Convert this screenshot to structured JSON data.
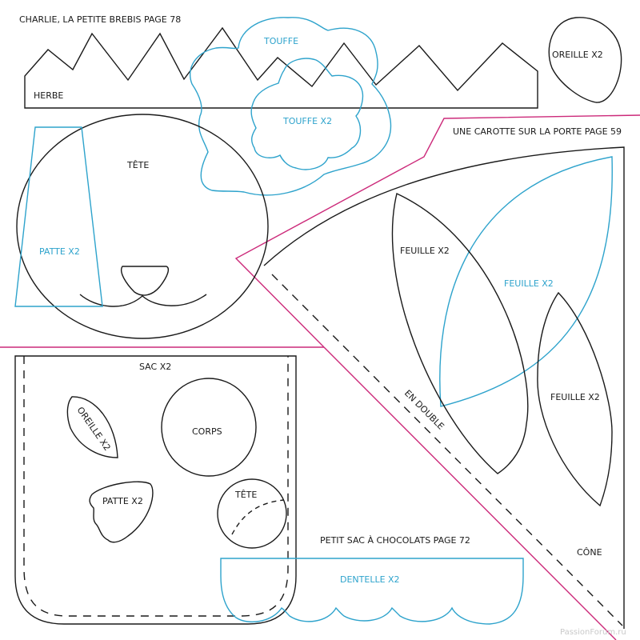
{
  "colors": {
    "outline": "#1a1a1a",
    "accent_blue": "#2ea3cc",
    "fold_magenta": "#cc2a7a"
  },
  "sections": {
    "charlie": "CHARLIE, LA PETITE BREBIS PAGE 78",
    "carotte": "UNE CAROTTE SUR LA PORTE PAGE 59",
    "petit_sac": "PETIT SAC À CHOCOLATS PAGE 72"
  },
  "pieces": {
    "herbe": "HERBE",
    "touffe": "TOUFFE",
    "touffe_x2": "TOUFFE X2",
    "oreille_top": "OREILLE X2",
    "tete": "TÊTE",
    "patte_top": "PATTE X2",
    "feuille_a": "FEUILLE X2",
    "feuille_b": "FEUILLE X2",
    "feuille_c": "FEUILLE X2",
    "en_double": "EN DOUBLE",
    "cone": "CÔNE",
    "sac": "SAC X2",
    "oreille_sac": "OREILLE X2",
    "corps": "CORPS",
    "patte_sac": "PATTE X2",
    "tete_sac": "TÊTE",
    "dentelle": "DENTELLE X2"
  },
  "watermark": "PassionForum.ru"
}
